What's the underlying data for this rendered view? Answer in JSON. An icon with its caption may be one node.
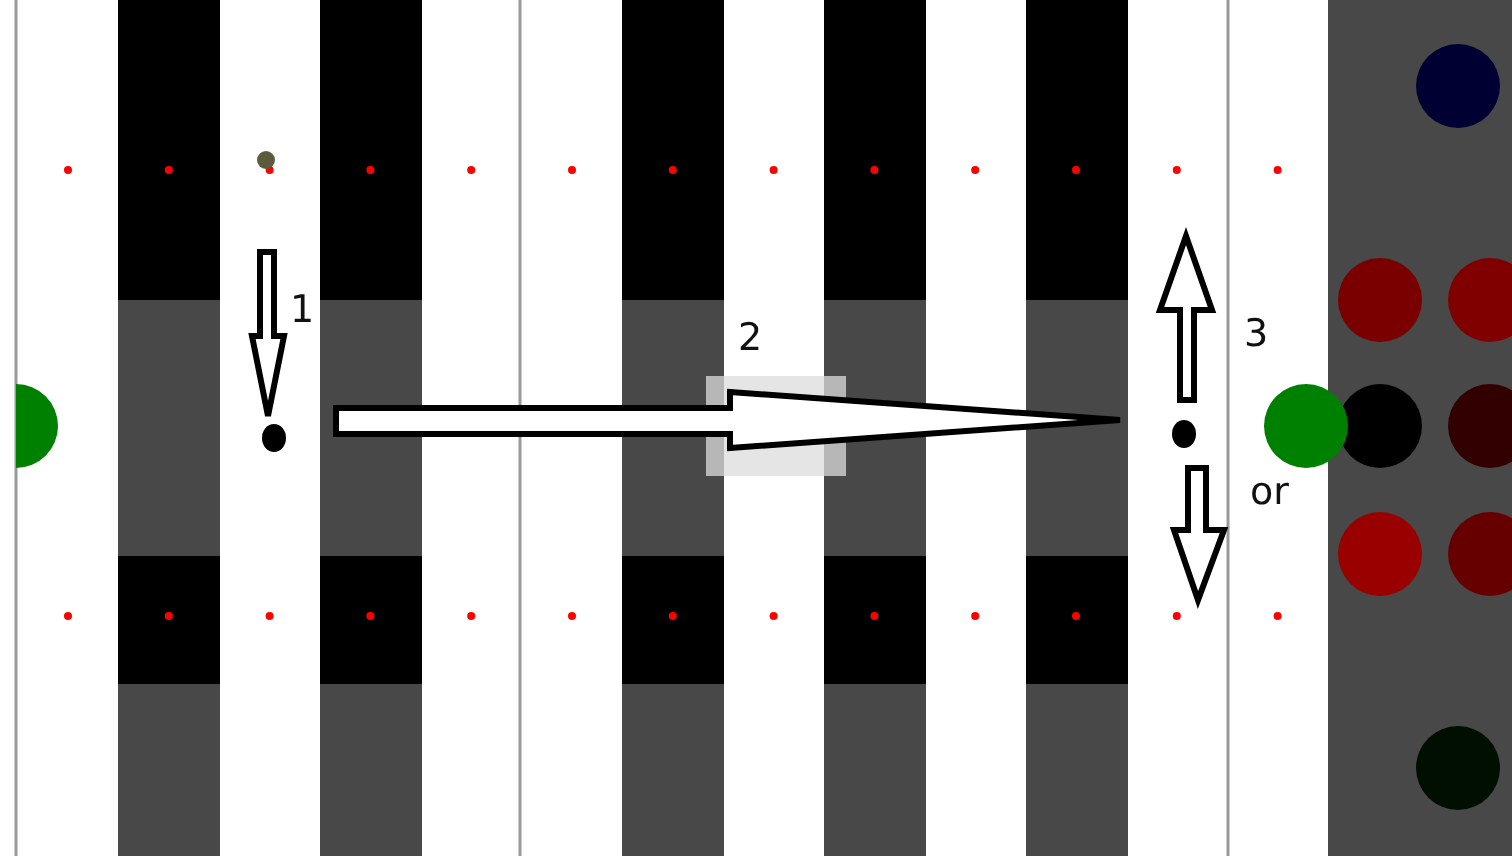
{
  "diagram": {
    "labels": [
      "1",
      "2",
      "3",
      "or"
    ]
  }
}
